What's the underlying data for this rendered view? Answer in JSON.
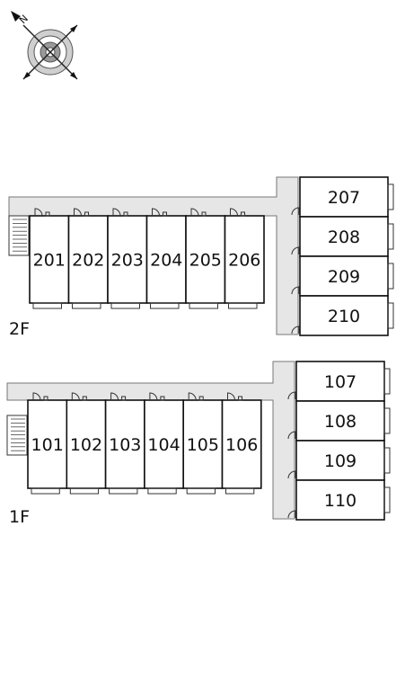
{
  "compass": {
    "north_label": "N",
    "icon": "compass-rose-icon"
  },
  "floors": [
    {
      "label": "2F",
      "row_units": [
        "201",
        "202",
        "203",
        "204",
        "205",
        "206"
      ],
      "column_units": [
        "207",
        "208",
        "209",
        "210"
      ]
    },
    {
      "label": "1F",
      "row_units": [
        "101",
        "102",
        "103",
        "104",
        "105",
        "106"
      ],
      "column_units": [
        "107",
        "108",
        "109",
        "110"
      ]
    }
  ],
  "colors": {
    "wall": "#111111",
    "corridor": "#e6e6e6",
    "background": "#ffffff"
  }
}
